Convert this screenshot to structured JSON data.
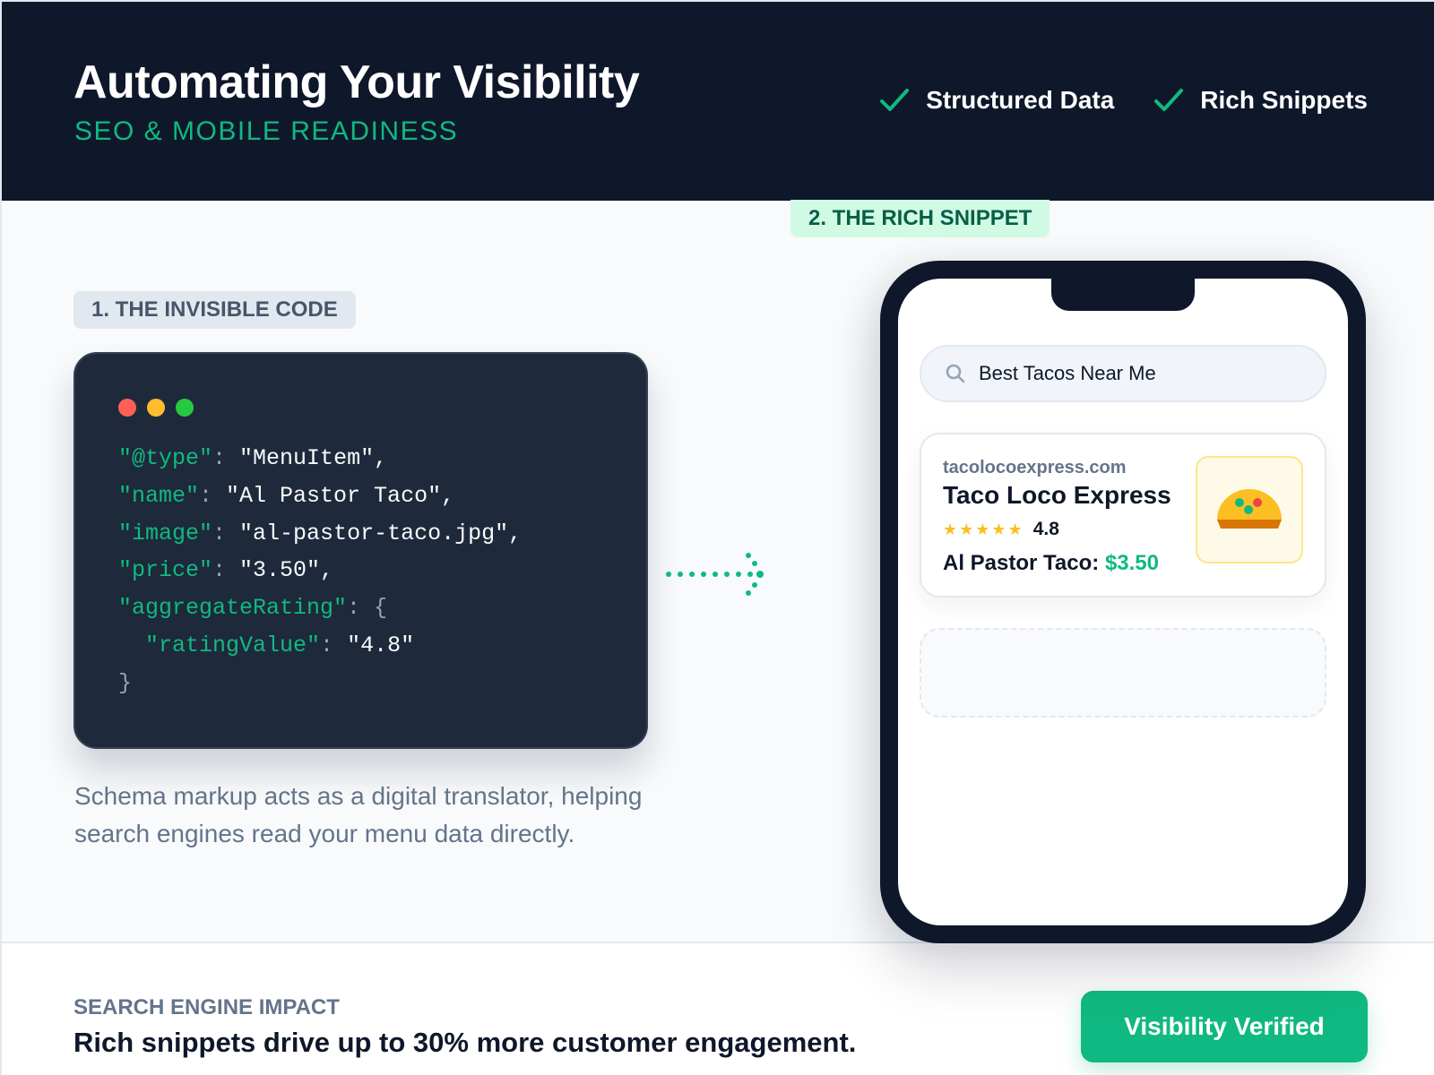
{
  "header": {
    "title": "Automating Your Visibility",
    "subtitle": "SEO & MOBILE READINESS",
    "badges": [
      {
        "icon": "check-icon",
        "label": "Structured Data"
      },
      {
        "icon": "check-icon",
        "label": "Rich Snippets"
      }
    ]
  },
  "left": {
    "section_label": "1. THE INVISIBLE CODE",
    "window_dots": [
      "#ff5f56",
      "#ffbd2e",
      "#27c93f"
    ],
    "code_lines": [
      {
        "key": "\"@type\"",
        "value": "\"MenuItem\","
      },
      {
        "key": "\"name\"",
        "value": "\"Al Pastor Taco\","
      },
      {
        "key": "\"image\"",
        "value": "\"al-pastor-taco.jpg\","
      },
      {
        "key": "\"price\"",
        "value": "\"3.50\","
      },
      {
        "key": "\"aggregateRating\"",
        "value": "{"
      },
      {
        "key": "  \"ratingValue\"",
        "value": "\"4.8\""
      },
      {
        "key": "",
        "value": "}"
      }
    ],
    "description": "Schema markup acts as a digital translator, helping search engines read your menu data directly."
  },
  "right": {
    "section_label": "2. THE RICH SNIPPET",
    "search": {
      "icon": "search-icon",
      "query": "Best Tacos Near Me"
    },
    "result": {
      "domain": "tacolocoexpress.com",
      "business_name": "Taco Loco Express",
      "stars": "★★★★★",
      "rating": "4.8",
      "item_label": "Al Pastor Taco:",
      "price": "$3.50",
      "thumbnail_icon": "taco-icon"
    }
  },
  "footer": {
    "label": "SEARCH ENGINE IMPACT",
    "headline": "Rich snippets drive up to 30% more customer engagement.",
    "button_label": "Visibility Verified"
  },
  "colors": {
    "navy": "#0f172a",
    "accent_green": "#10b981",
    "code_bg": "#1e293b",
    "star": "#fbbf24"
  }
}
